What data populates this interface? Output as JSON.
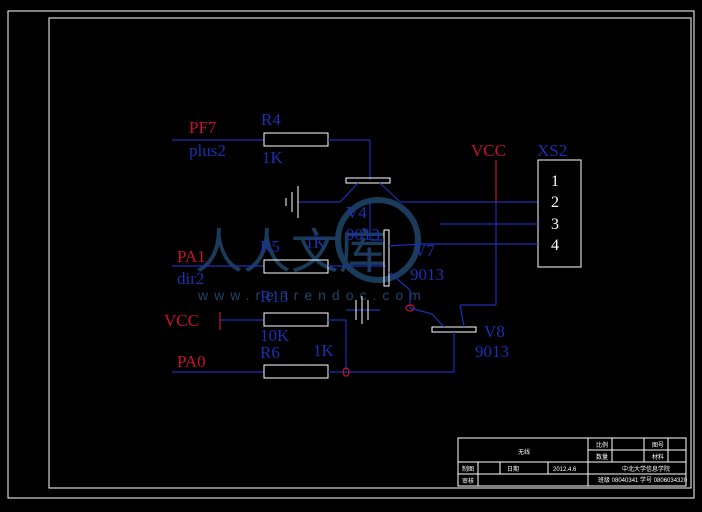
{
  "labels": {
    "pf7": "PF7",
    "plus2": "plus2",
    "r4": "R4",
    "r4_val": "1K",
    "vcc_top": "VCC",
    "xs2": "XS2",
    "pin1": "1",
    "pin2": "2",
    "pin3": "3",
    "pin4": "4",
    "v4": "V4",
    "v4_model": "9013",
    "pa1": "PA1",
    "dir2": "dir2",
    "r5": "R5",
    "r5_val": "1K",
    "v7": "V7",
    "v7_model": "9013",
    "vcc_left": "VCC",
    "r13": "R13",
    "r13_val": "10K",
    "v8": "V8",
    "v8_model": "9013",
    "pa0": "PA0",
    "r6": "R6",
    "r6_val": "1K"
  },
  "title_block": {
    "name": "无线",
    "date_label": "日期",
    "date": "2012.4.6",
    "school": "中北大学信息学院",
    "class_id": "班级 08040341  学号 0806034320",
    "cell_a": "比例",
    "cell_b": "图号",
    "cell_c": "制图",
    "cell_d": "审核",
    "cell_e": "数量",
    "cell_f": "材料"
  },
  "watermark": {
    "chars": "人人文库",
    "url": "www.renrendoc.com"
  },
  "colors": {
    "background": "#000000",
    "frame": "#ffffff",
    "wire": "#1c2fb0",
    "label_red": "#c8102e",
    "label_blue": "#1c2fb0"
  }
}
